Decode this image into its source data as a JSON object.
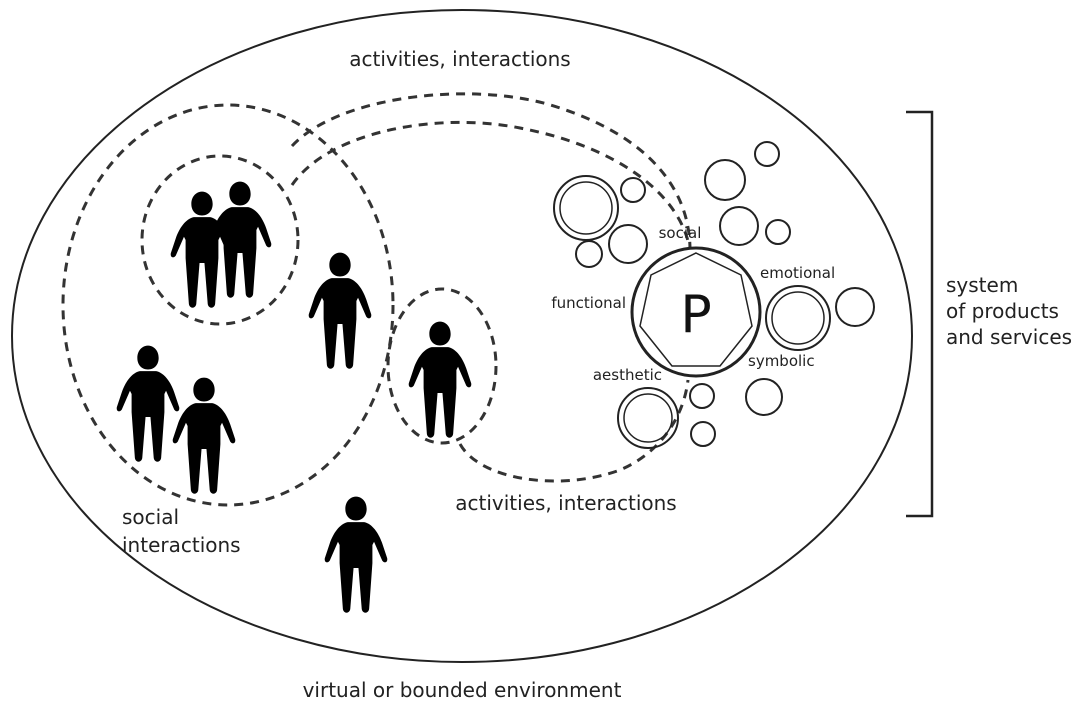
{
  "labels": {
    "activities_top": "activities, interactions",
    "activities_bottom": "activities, interactions",
    "social_interactions_line1": "social",
    "social_interactions_line2": "interactions",
    "environment": "virtual or bounded environment",
    "system_line1": "system",
    "system_line2": "of products",
    "system_line3": "and services",
    "product_letter": "P",
    "dim_social": "social",
    "dim_emotional": "emotional",
    "dim_functional": "functional",
    "dim_symbolic": "symbolic",
    "dim_aesthetic": "aesthetic"
  }
}
